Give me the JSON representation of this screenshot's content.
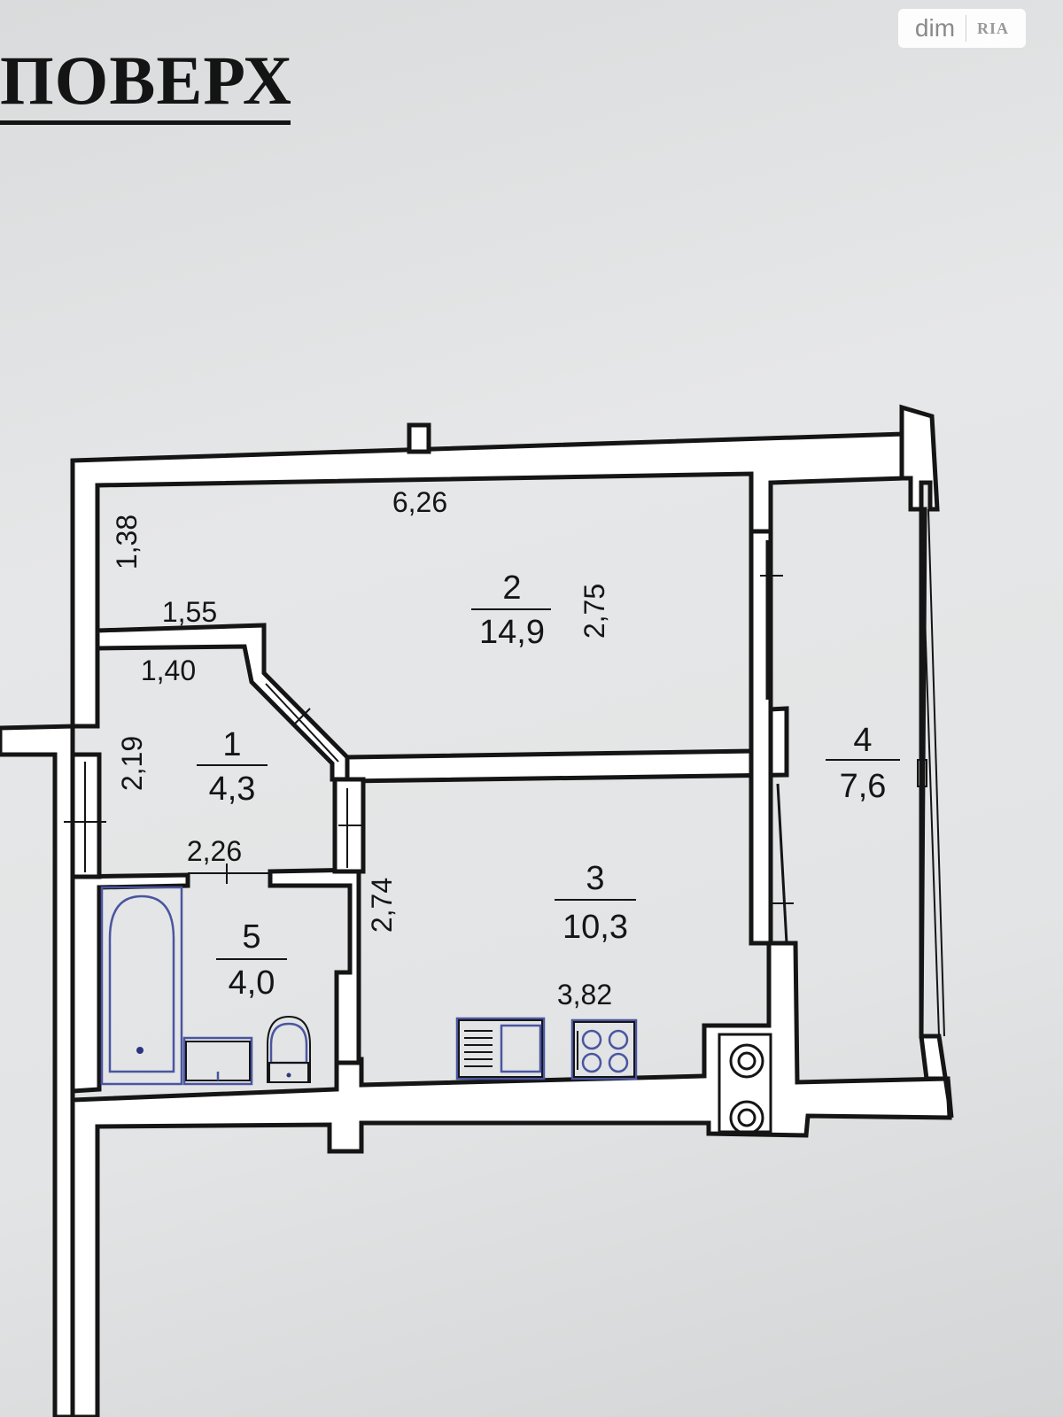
{
  "heading": "ПОВЕРХ",
  "watermark": {
    "text": "dim",
    "logo": "RIA"
  },
  "rooms": [
    {
      "number": "1",
      "area": "4,3"
    },
    {
      "number": "2",
      "area": "14,9"
    },
    {
      "number": "3",
      "area": "10,3"
    },
    {
      "number": "4",
      "area": "7,6"
    },
    {
      "number": "5",
      "area": "4,0"
    }
  ],
  "dimensions": {
    "room2_width": "6,26",
    "room2_depth": "2,75",
    "niche_depth": "1,38",
    "niche_width": "1,55",
    "room1_width": "1,40",
    "room1_depth": "2,19",
    "bath_width": "2,26",
    "kitchen_depth": "2,74",
    "kitchen_width": "3,82"
  }
}
